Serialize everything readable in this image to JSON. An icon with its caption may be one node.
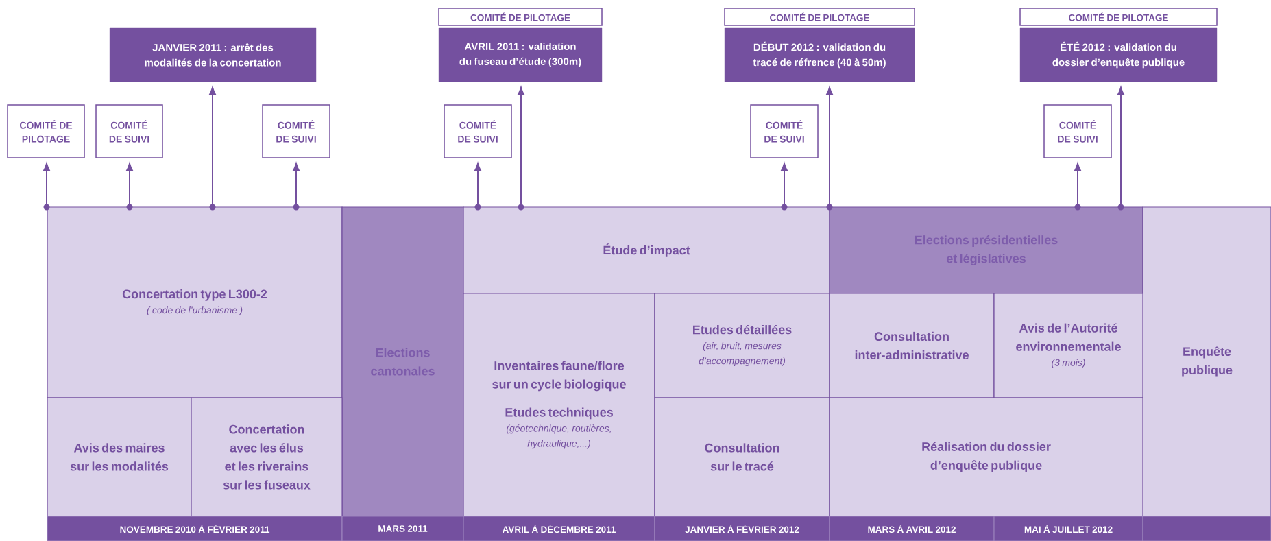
{
  "diagram": {
    "nodes": [
      {
        "text": [
          "COMITÉ DE PILOTAGE"
        ]
      },
      {
        "text": [
          "COMITÉ DE PILOTAGE"
        ]
      },
      {
        "text": [
          "COMITÉ DE PILOTAGE"
        ]
      },
      {
        "text": [
          "JANVIER 2011 : arrêt des modalités de la concertation"
        ]
      },
      {
        "text": [
          "AVRIL 2011 : validation du fuseau d’étude (300m)"
        ]
      },
      {
        "text": [
          "DÉBUT 2012 : validation du tracé de réfrence (40 à 50m)"
        ]
      },
      {
        "text": [
          "ÉTÉ 2012 : validation du dossier d’enquête publique"
        ]
      },
      {
        "text": [
          "COMITÉ DE PILOTAGE"
        ]
      },
      {
        "text": [
          "COMITÉ DE SUIVI"
        ]
      },
      {
        "text": [
          "COMITÉ DE SUIVI"
        ]
      },
      {
        "text": [
          "COMITÉ DE SUIVI"
        ]
      },
      {
        "text": [
          "COMITÉ DE SUIVI"
        ]
      },
      {
        "text": [
          "COMITÉ DE SUIVI"
        ]
      },
      {
        "text": [
          "Concertation type L300-2",
          "( code de l’urbanisme )"
        ]
      },
      {
        "text": [
          "Elections cantonales"
        ]
      },
      {
        "text": [
          "Étude d’impact"
        ]
      },
      {
        "text": [
          "Elections présidentielles et législatives"
        ]
      },
      {
        "text": [
          "Enquête publique"
        ]
      },
      {
        "text": [
          "Inventaires faune/flore sur un cycle biologique",
          "Etudes techniques",
          "(géotechnique, routières, hydraulique,...)"
        ]
      },
      {
        "text": [
          "Etudes détaillées",
          "(air, bruit, mesures d’accompagnement)"
        ]
      },
      {
        "text": [
          "Consultation inter-administrative"
        ]
      },
      {
        "text": [
          "Avis de l’Autorité environnementale",
          "(3 mois)"
        ]
      },
      {
        "text": [
          "Avis des maires sur les modalités"
        ]
      },
      {
        "text": [
          "Concertation avec les élus et les riverains sur les fuseaux"
        ]
      },
      {
        "text": [
          "Consultation sur le tracé"
        ]
      },
      {
        "text": [
          "Réalisation du dossier d’enquête publique"
        ]
      },
      {
        "text": [
          "NOVEMBRE 2010 À FÉVRIER 2011"
        ]
      },
      {
        "text": [
          "MARS 2011"
        ]
      },
      {
        "text": [
          "AVRIL À DÉCEMBRE 2011"
        ]
      },
      {
        "text": [
          "JANVIER À FÉVRIER 2012"
        ]
      },
      {
        "text": [
          "MARS À AVRIL 2012"
        ]
      },
      {
        "text": [
          "MAI À JUILLET 2012"
        ]
      },
      {
        "text": [],
        "shape": "bar"
      },
      {
        "text": [],
        "shape": "circle"
      },
      {
        "text": [],
        "shape": "circle"
      },
      {
        "text": [],
        "shape": "circle"
      },
      {
        "text": [],
        "shape": "circle"
      },
      {
        "text": [],
        "shape": "circle"
      },
      {
        "text": [],
        "shape": "circle"
      },
      {
        "text": [],
        "shape": "circle"
      },
      {
        "text": [],
        "shape": "circle"
      },
      {
        "text": [],
        "shape": "circle"
      },
      {
        "text": [],
        "shape": "circle"
      }
    ],
    "edges": [
      {
        "from": 33,
        "to": 7,
        "arrow": "to"
      },
      {
        "from": 34,
        "to": 8,
        "arrow": "to"
      },
      {
        "from": 35,
        "to": 3,
        "arrow": "to"
      },
      {
        "from": 36,
        "to": 9,
        "arrow": "to"
      },
      {
        "from": 37,
        "to": 10,
        "arrow": "to"
      },
      {
        "from": 38,
        "to": 4,
        "arrow": "to"
      },
      {
        "from": 39,
        "to": 11,
        "arrow": "to"
      },
      {
        "from": 40,
        "to": 5,
        "arrow": "to"
      },
      {
        "from": 41,
        "to": 12,
        "arrow": "to"
      },
      {
        "from": 42,
        "to": 6,
        "arrow": "to"
      }
    ]
  }
}
